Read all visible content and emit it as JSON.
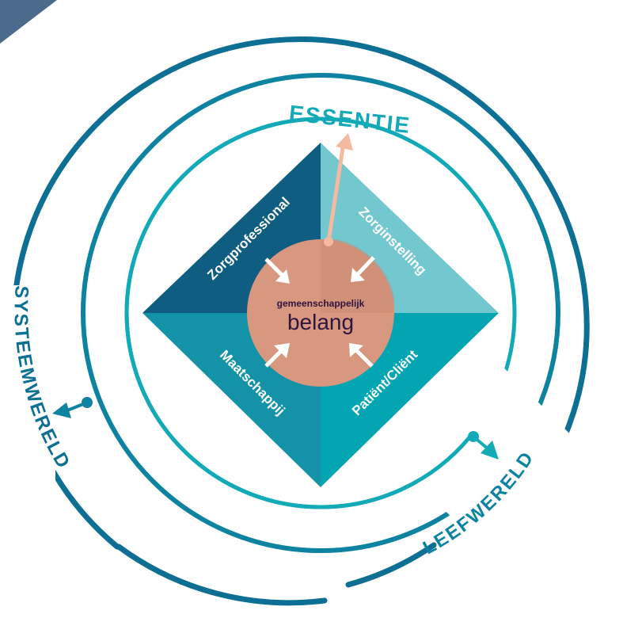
{
  "labels": {
    "top": "ESSENTIE",
    "left": "SYSTEEMWERELD",
    "right": "LEEFWERELD"
  },
  "quadrants": {
    "top_left": "Zorgprofessional",
    "top_right": "Zorginstelling",
    "bottom_left": "Maatschappij",
    "bottom_right": "Patiënt/Cliënt"
  },
  "center": {
    "small": "gemeenschappelijk",
    "large": "belang"
  },
  "colors": {
    "outer_ring": "#0c6f93",
    "middle_ring": "#0e83a1",
    "inner_ring": "#13aab7",
    "top_left": "#0f5d80",
    "top_right": "#73c7cf",
    "bottom_left": "#1392a8",
    "bottom_right": "#03a5b3",
    "center_circle": "#d8977f",
    "center_text": "#2e1540",
    "arrow_peach": "#f5b8a0"
  }
}
